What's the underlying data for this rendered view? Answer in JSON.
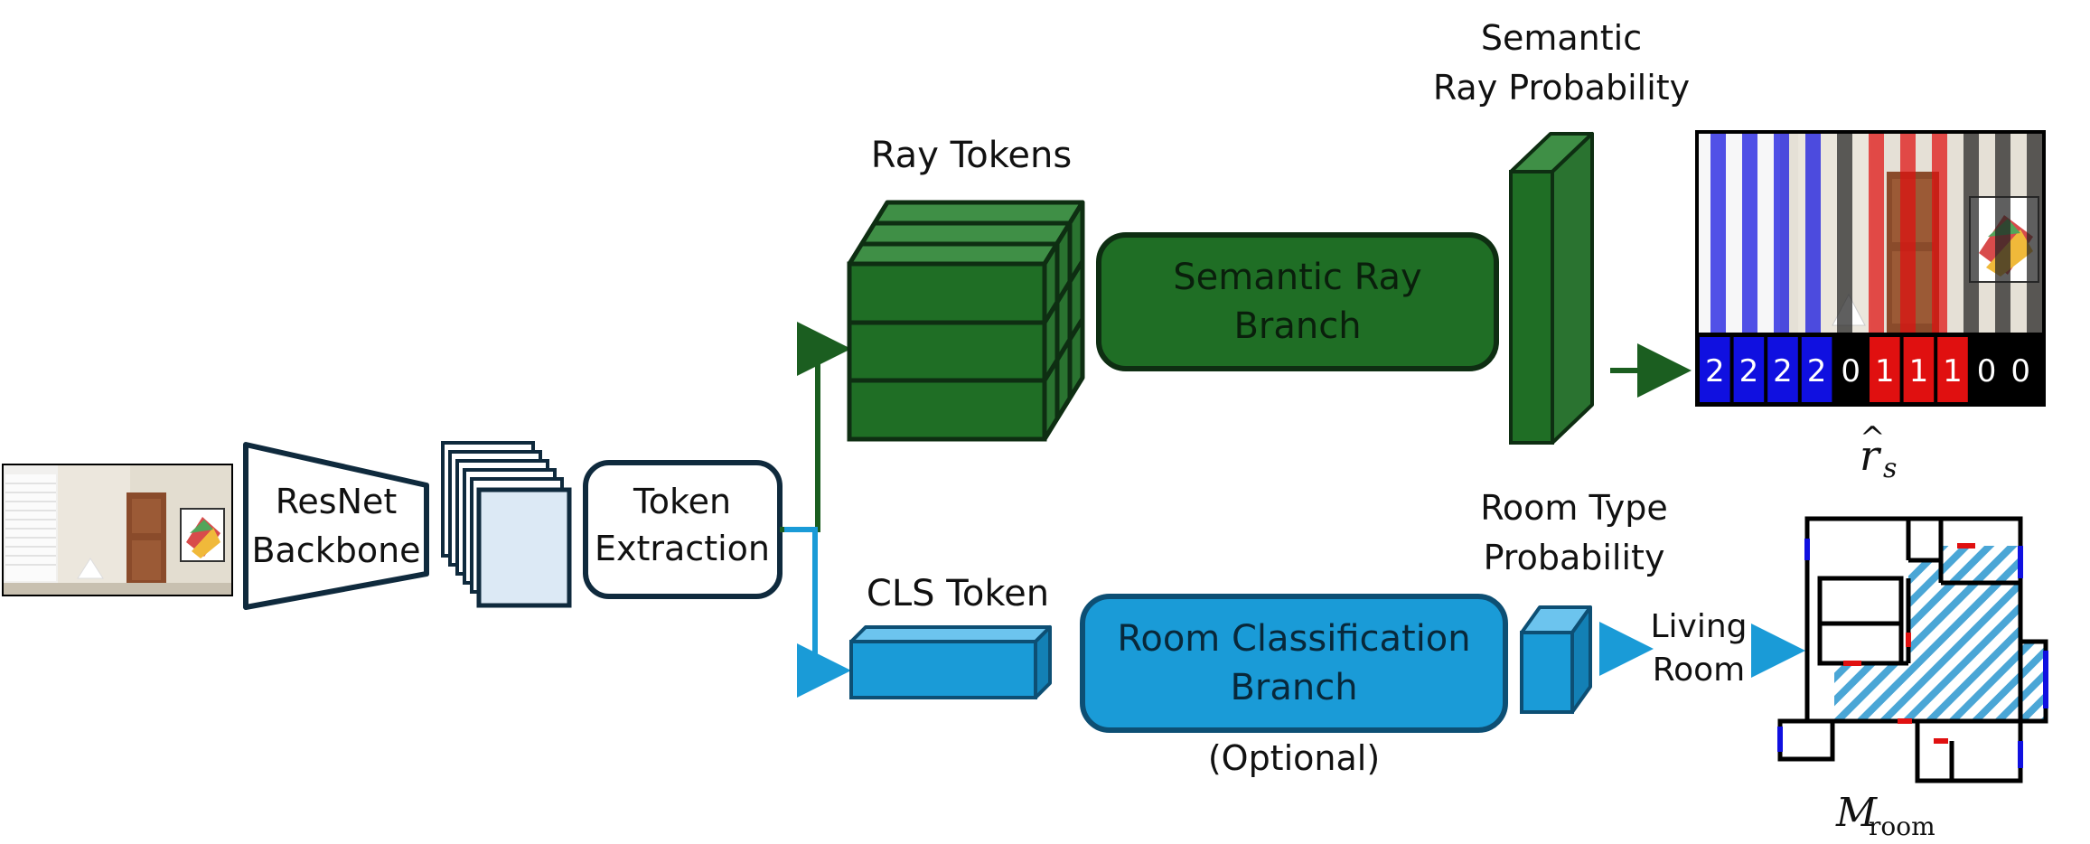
{
  "labels": {
    "resnet_line1": "ResNet",
    "resnet_line2": "Backbone",
    "token_line1": "Token",
    "token_line2": "Extraction",
    "ray_tokens": "Ray Tokens",
    "cls_token": "CLS Token",
    "semantic_branch_line1": "Semantic Ray",
    "semantic_branch_line2": "Branch",
    "room_branch_line1": "Room Classification",
    "room_branch_line2": "Branch",
    "optional": "(Optional)",
    "semantic_prob_line1": "Semantic",
    "semantic_prob_line2": "Ray Probability",
    "room_prob_line1": "Room Type",
    "room_prob_line2": "Probability",
    "living_line1": "Living",
    "living_line2": "Room",
    "r_s_main": "r",
    "r_s_hat": "^",
    "r_s_sub": "s",
    "m_room_main": "M",
    "m_room_sub": "room"
  },
  "ray_values": [
    "2",
    "2",
    "2",
    "2",
    "0",
    "1",
    "1",
    "1",
    "0",
    "0"
  ],
  "colors": {
    "green_dark": "#1b5e20",
    "green_fill": "#2e7d32",
    "green_light": "#3f8f46",
    "blue_fill": "#1a9bd7",
    "blue_dark": "#0d4f74",
    "blue_light": "#6cc4ee",
    "navy": "#0f2a3d",
    "feature_fill": "#dce9f5",
    "class_blue": "#1010e0",
    "class_red": "#e01010",
    "class_black": "#000000"
  },
  "icons": [
    "room-photo-icon",
    "room-photo-rays-icon",
    "floorplan-icon"
  ]
}
